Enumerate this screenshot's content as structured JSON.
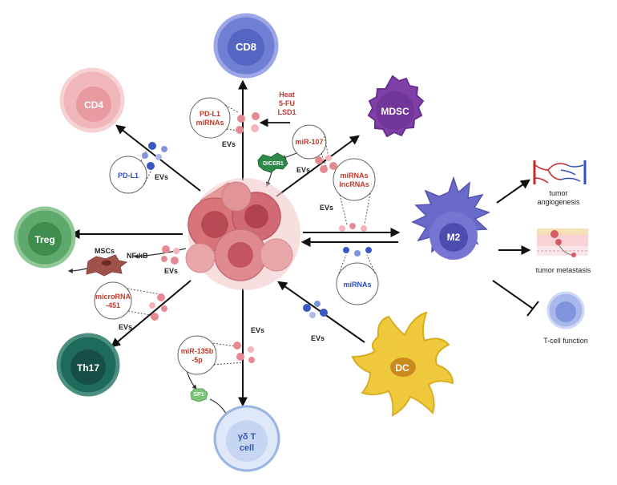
{
  "cells": {
    "cd8": "CD8",
    "cd4": "CD4",
    "mdsc": "MDSC",
    "treg": "Treg",
    "m2": "M2",
    "th17": "Th17",
    "dc": "DC",
    "gdt_line1": "γδ T",
    "gdt_line2": "cell",
    "mscs": "MSCs",
    "dicer1": "DICER1",
    "sp1": "SP1"
  },
  "labels": {
    "ev": "EVs",
    "pdl1_mirnas_line1": "PD-L1",
    "pdl1_mirnas_line2": "miRNAs",
    "heat": "Heat",
    "fu5": "5-FU",
    "lsd1": "LSD1",
    "pdl1": "PD-L1",
    "mir107": "miR-107",
    "mirnas_line1": "miRNAs",
    "lncrnas": "lncRNAs",
    "mirnas_m2": "miRNAs",
    "nfkb": "NF-kB",
    "microrna_line1": "microRNA",
    "microrna_line2": "-451",
    "mir135_line1": "miR-135b",
    "mir135_line2": "-5p"
  },
  "outcomes": {
    "angio_line1": "tumor",
    "angio_line2": "angiogenesis",
    "metastasis": "tumor metastasis",
    "tcell": "T-cell function"
  }
}
